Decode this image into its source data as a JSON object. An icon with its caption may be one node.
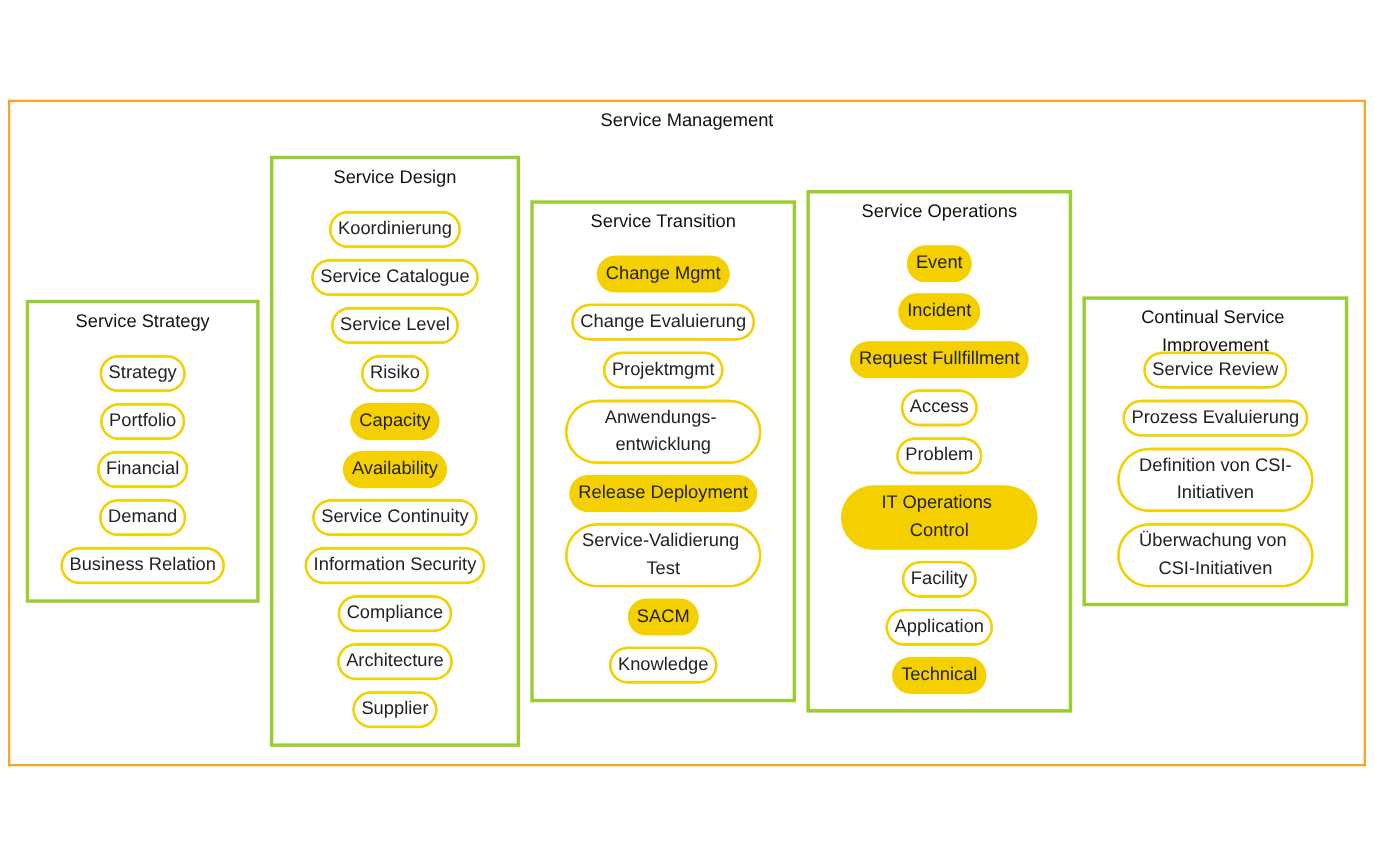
{
  "diagram": {
    "nodes": [
      {
        "text": [
          "Service Management"
        ]
      },
      {
        "text": [
          "Service Strategy"
        ],
        "in": 0
      },
      {
        "text": [
          "Strategy"
        ],
        "in": 1
      },
      {
        "text": [
          "Portfolio"
        ],
        "in": 1
      },
      {
        "text": [
          "Financial"
        ],
        "in": 1
      },
      {
        "text": [
          "Demand"
        ],
        "in": 1
      },
      {
        "text": [
          "Business Relation"
        ],
        "in": 1
      },
      {
        "text": [
          "Service Design"
        ],
        "in": 0
      },
      {
        "text": [
          "Koordinierung"
        ],
        "in": 7
      },
      {
        "text": [
          "Service Catalogue"
        ],
        "in": 7
      },
      {
        "text": [
          "Service Level"
        ],
        "in": 7
      },
      {
        "text": [
          "Risiko"
        ],
        "in": 7
      },
      {
        "text": [
          "Capacity"
        ],
        "in": 7
      },
      {
        "text": [
          "Availability"
        ],
        "in": 7
      },
      {
        "text": [
          "Service Continuity"
        ],
        "in": 7
      },
      {
        "text": [
          "Information Security"
        ],
        "in": 7
      },
      {
        "text": [
          "Compliance"
        ],
        "in": 7
      },
      {
        "text": [
          "Architecture"
        ],
        "in": 7
      },
      {
        "text": [
          "Supplier"
        ],
        "in": 7
      },
      {
        "text": [
          "Service Transition"
        ],
        "in": 0
      },
      {
        "text": [
          "Change Mgmt"
        ],
        "in": 19
      },
      {
        "text": [
          "Change Evaluierung"
        ],
        "in": 19
      },
      {
        "text": [
          "Projektmgmt"
        ],
        "in": 19
      },
      {
        "text": [
          "Anwendungs- entwicklung"
        ],
        "in": 19
      },
      {
        "text": [
          "Release Deployment"
        ],
        "in": 19
      },
      {
        "text": [
          "Service-Validierung Test"
        ],
        "in": 19
      },
      {
        "text": [
          "SACM"
        ],
        "in": 19
      },
      {
        "text": [
          "Knowledge"
        ],
        "in": 19
      },
      {
        "text": [
          "Service Operations"
        ],
        "in": 0
      },
      {
        "text": [
          "Event"
        ],
        "in": 28
      },
      {
        "text": [
          "Incident"
        ],
        "in": 28
      },
      {
        "text": [
          "Request Fullfillment"
        ],
        "in": 28
      },
      {
        "text": [
          "Access"
        ],
        "in": 28
      },
      {
        "text": [
          "Problem"
        ],
        "in": 28
      },
      {
        "text": [
          "IT Operations Control"
        ],
        "in": 28
      },
      {
        "text": [
          "Facility"
        ],
        "in": 28
      },
      {
        "text": [
          "Application"
        ],
        "in": 28
      },
      {
        "text": [
          "Technical"
        ],
        "in": 28
      },
      {
        "text": [
          "Continual Service Improvement"
        ],
        "in": 0
      },
      {
        "text": [
          "Service Review"
        ],
        "in": 38
      },
      {
        "text": [
          "Prozess Evaluierung"
        ],
        "in": 38
      },
      {
        "text": [
          "Definition von CSI-Initiativen"
        ],
        "in": 38
      },
      {
        "text": [
          "Überwachung von CSI-Initiativen"
        ],
        "in": 38
      }
    ],
    "edges": []
  }
}
